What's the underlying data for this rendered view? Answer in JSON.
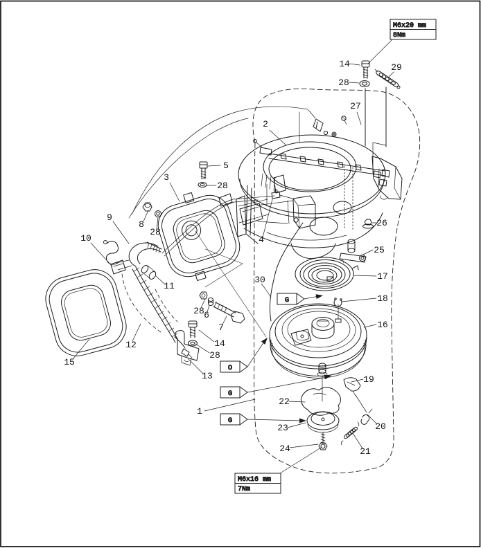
{
  "figure": {
    "kind": "exploded parts diagram",
    "ink_color": "#1b1b1b",
    "background_color": "#ffffff"
  },
  "torque_boxes": [
    {
      "spec": "M6x20 mm",
      "torque": "8Nm"
    },
    {
      "spec": "M6x16 mm",
      "torque": "7Nm"
    }
  ],
  "flags": [
    "G",
    "O",
    "G",
    "G"
  ],
  "part_labels": [
    "1",
    "2",
    "3",
    "4",
    "5",
    "28",
    "8",
    "28",
    "9",
    "10",
    "11",
    "12",
    "15",
    "13",
    "14",
    "28",
    "28",
    "6",
    "7",
    "30",
    "17",
    "18",
    "16",
    "25",
    "26",
    "27",
    "14",
    "28",
    "29",
    "19",
    "20",
    "21",
    "22",
    "23",
    "24"
  ]
}
